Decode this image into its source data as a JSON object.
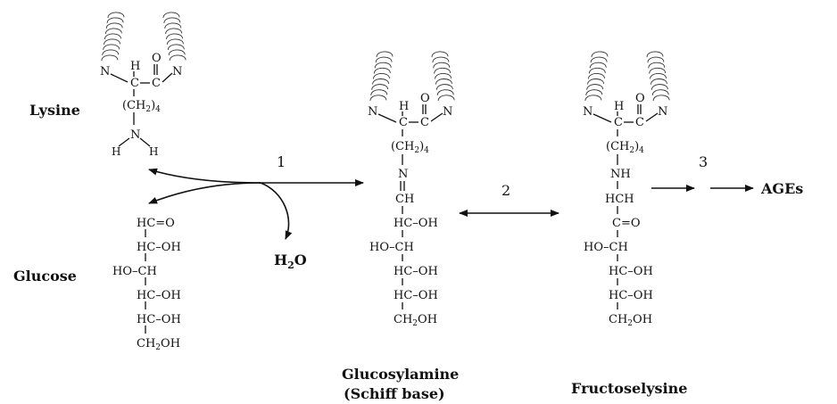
{
  "labels": {
    "lysine": "Lysine",
    "glucose": "Glucose",
    "water": "H",
    "water_sub": "2",
    "water_o": "O",
    "glucosylamine": "Glucosylamine",
    "schiff_base": "(Schiff base)",
    "fructoselysine": "Fructoselysine",
    "ages": "AGEs"
  },
  "steps": {
    "step1": "1",
    "step2": "2",
    "step3": "3"
  },
  "atoms": {
    "N": "N",
    "H": "H",
    "C": "C",
    "O": "O",
    "NH": "NH",
    "CH": "CH",
    "HCH": "HCH",
    "CH2": "(CH",
    "CH2_sub": "2",
    "CH2_close": ")",
    "CH2_n": "4",
    "HC_O": "HC=O",
    "HC_OH": "HC–OH",
    "HO_CH": "HO–CH",
    "C_O": "C=O",
    "CH2OH": "CH",
    "CH2OH_sub": "2",
    "CH2OH_tail": "OH"
  }
}
